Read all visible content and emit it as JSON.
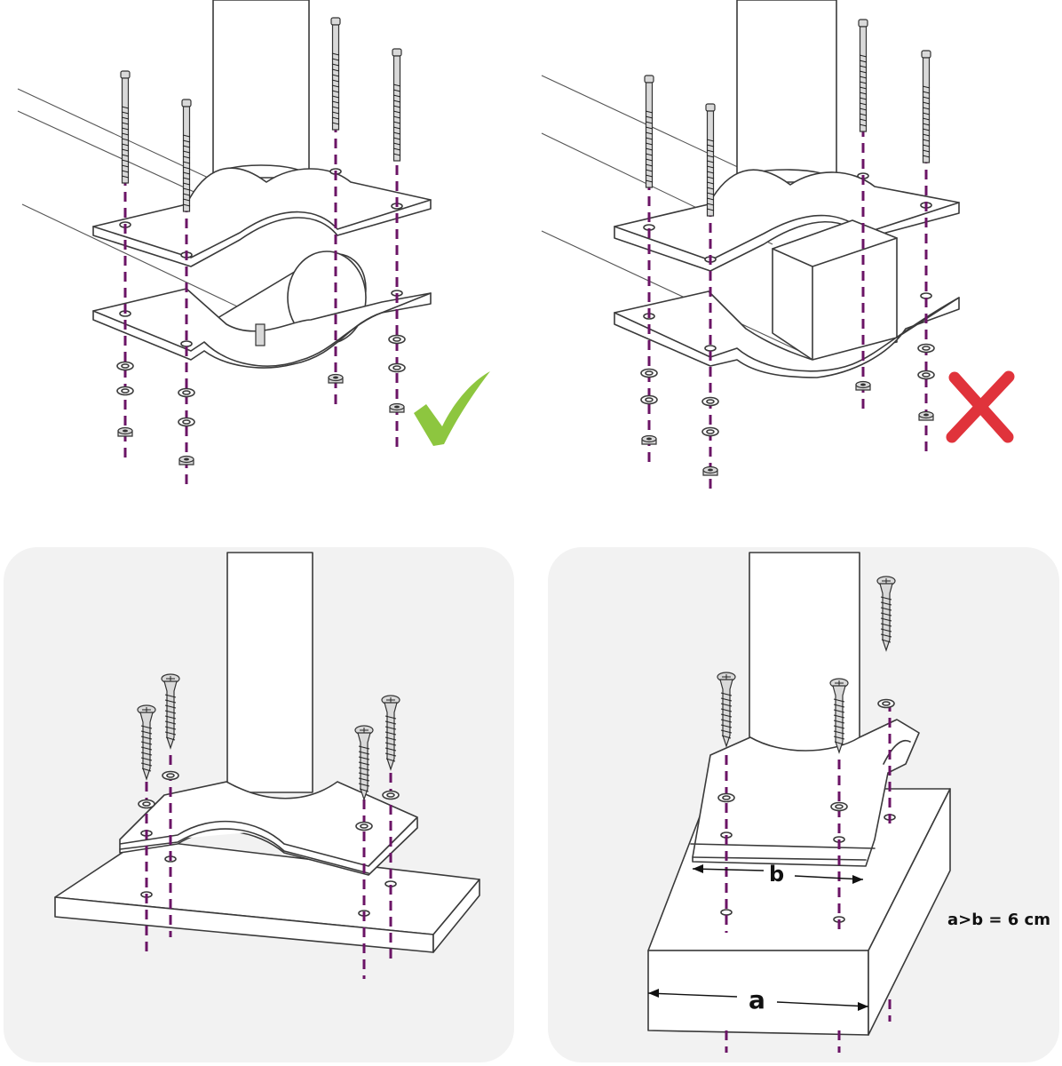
{
  "colors": {
    "guide_line": "#6b1466",
    "check_mark": "#8dc63f",
    "cross_mark": "#e0333b",
    "panel_background": "#f2f2f2",
    "line_art": "#3a3a3a"
  },
  "panels": [
    {
      "id": "round-pipe-correct",
      "icons": [
        "check-mark-icon"
      ]
    },
    {
      "id": "square-post-incorrect",
      "icons": [
        "cross-mark-icon"
      ]
    },
    {
      "id": "flat-base-mount",
      "icons": []
    },
    {
      "id": "block-base-mount",
      "icons": []
    }
  ],
  "labels": {
    "b": "b",
    "a": "a",
    "rule": "a>b = 6 cm"
  }
}
